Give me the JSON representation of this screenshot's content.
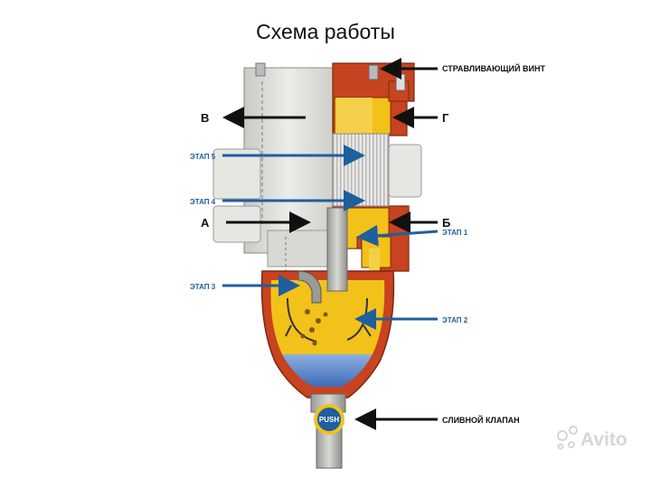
{
  "title": "Схема работы",
  "labels": {
    "bleed_screw": "СТРАВЛИВАЮЩИЙ ВИНТ",
    "v": "В",
    "g": "Г",
    "stage5": "ЭТАП 5",
    "stage4": "ЭТАП 4",
    "a": "А",
    "b": "Б",
    "stage1": "ЭТАП 1",
    "stage3": "ЭТАП 3",
    "stage2": "ЭТАП 2",
    "drain_valve": "СЛИВНОЙ КЛАПАН",
    "push": "PUSH"
  },
  "watermark": "Avito",
  "colors": {
    "stage_blue": "#1f5f9e",
    "housing_red": "#c8431f",
    "fuel_yellow": "#f2c21a",
    "water_blue": "#4a78c0",
    "gray_body": "#dcddd8"
  }
}
